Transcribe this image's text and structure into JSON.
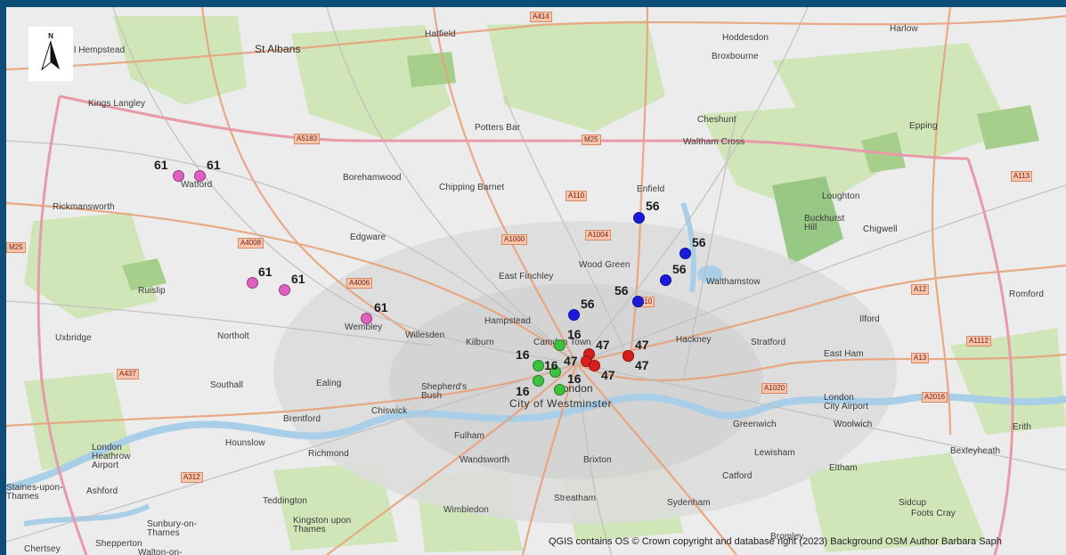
{
  "north_arrow": {
    "letter": "N"
  },
  "credits": "QGIS contains OS © Crown copyright and database right (2023) Background OSM    Author Barbara Saph",
  "place_names": [
    {
      "id": "hemel",
      "label": "l Hempstead"
    },
    {
      "id": "st-albans",
      "label": "St Albans",
      "cls": "big"
    },
    {
      "id": "hatfield",
      "label": "Hatfield"
    },
    {
      "id": "hoddesdon",
      "label": "Hoddesdon"
    },
    {
      "id": "broxbourne",
      "label": "Broxbourne"
    },
    {
      "id": "harlow",
      "label": "Harlow"
    },
    {
      "id": "kings-langley",
      "label": "Kings Langley"
    },
    {
      "id": "potters-bar",
      "label": "Potters Bar"
    },
    {
      "id": "cheshunt",
      "label": "Cheshunt"
    },
    {
      "id": "waltham-cross",
      "label": "Waltham Cross"
    },
    {
      "id": "epping",
      "label": "Epping"
    },
    {
      "id": "watford",
      "label": "Watford"
    },
    {
      "id": "borehamwood",
      "label": "Borehamwood"
    },
    {
      "id": "chipping-barnet",
      "label": "Chipping Barnet"
    },
    {
      "id": "enfield",
      "label": "Enfield"
    },
    {
      "id": "loughton",
      "label": "Loughton"
    },
    {
      "id": "buckhurst-hill",
      "label": "Buckhurst\nHill"
    },
    {
      "id": "chigwell",
      "label": "Chigwell"
    },
    {
      "id": "rickmansworth",
      "label": "Rickmansworth"
    },
    {
      "id": "edgware",
      "label": "Edgware"
    },
    {
      "id": "wood-green",
      "label": "Wood Green"
    },
    {
      "id": "east-finchley",
      "label": "East Finchley"
    },
    {
      "id": "walthamstow",
      "label": "Walthamstow"
    },
    {
      "id": "romford",
      "label": "Romford"
    },
    {
      "id": "ruislip",
      "label": "Ruislip"
    },
    {
      "id": "wembley",
      "label": "Wembley"
    },
    {
      "id": "hampstead",
      "label": "Hampstead"
    },
    {
      "id": "ilford",
      "label": "Ilford"
    },
    {
      "id": "uxbridge",
      "label": "Uxbridge"
    },
    {
      "id": "northolt",
      "label": "Northolt"
    },
    {
      "id": "willesden",
      "label": "Willesden"
    },
    {
      "id": "kilburn",
      "label": "Kilburn"
    },
    {
      "id": "camden-town",
      "label": "Camden Town"
    },
    {
      "id": "hackney",
      "label": "Hackney"
    },
    {
      "id": "stratford",
      "label": "Stratford"
    },
    {
      "id": "east-ham",
      "label": "East Ham"
    },
    {
      "id": "southall",
      "label": "Southall"
    },
    {
      "id": "ealing",
      "label": "Ealing"
    },
    {
      "id": "shepherds-bush",
      "label": "Shepherd's\nBush"
    },
    {
      "id": "london",
      "label": "London",
      "cls": "big"
    },
    {
      "id": "city-of-westminster",
      "label": "City of Westminster",
      "cls": "city"
    },
    {
      "id": "brentford",
      "label": "Brentford"
    },
    {
      "id": "chiswick",
      "label": "Chiswick"
    },
    {
      "id": "london-city-airport",
      "label": "London\nCity Airport"
    },
    {
      "id": "greenwich",
      "label": "Greenwich"
    },
    {
      "id": "woolwich",
      "label": "Woolwich"
    },
    {
      "id": "erith",
      "label": "Erith"
    },
    {
      "id": "hounslow",
      "label": "Hounslow"
    },
    {
      "id": "richmond",
      "label": "Richmond"
    },
    {
      "id": "fulham",
      "label": "Fulham"
    },
    {
      "id": "wandsworth",
      "label": "Wandsworth"
    },
    {
      "id": "brixton",
      "label": "Brixton"
    },
    {
      "id": "lewisham",
      "label": "Lewisham"
    },
    {
      "id": "bexleyheath",
      "label": "Bexleyheath"
    },
    {
      "id": "eltham",
      "label": "Eltham"
    },
    {
      "id": "heathrow",
      "label": "London\nHeathrow\nAirport"
    },
    {
      "id": "staines",
      "label": "Staines-upon-\nThames"
    },
    {
      "id": "ashford",
      "label": "Ashford"
    },
    {
      "id": "teddington",
      "label": "Teddington"
    },
    {
      "id": "wimbledon",
      "label": "Wimbledon"
    },
    {
      "id": "streatham",
      "label": "Streatham"
    },
    {
      "id": "sydenham",
      "label": "Sydenham"
    },
    {
      "id": "catford",
      "label": "Catford"
    },
    {
      "id": "sidcup",
      "label": "Sidcup"
    },
    {
      "id": "foots-cray",
      "label": "Foots Cray"
    },
    {
      "id": "sunbury",
      "label": "Sunbury-on-\nThames"
    },
    {
      "id": "kingston",
      "label": "Kingston upon\nThames"
    },
    {
      "id": "bromley",
      "label": "Bromley"
    },
    {
      "id": "chertsey",
      "label": "Chertsey"
    },
    {
      "id": "shepperton",
      "label": "Shepperton"
    },
    {
      "id": "walton",
      "label": "Walton-on-"
    }
  ],
  "road_labels": [
    {
      "id": "a414",
      "label": "A414"
    },
    {
      "id": "a5183",
      "label": "A5183"
    },
    {
      "id": "m25-n",
      "label": "M25"
    },
    {
      "id": "a110",
      "label": "A110"
    },
    {
      "id": "a1000",
      "label": "A1000"
    },
    {
      "id": "a1004",
      "label": "A1004"
    },
    {
      "id": "a4008",
      "label": "A4008"
    },
    {
      "id": "a4006",
      "label": "A4006"
    },
    {
      "id": "a113",
      "label": "A113"
    },
    {
      "id": "a12",
      "label": "A12"
    },
    {
      "id": "m25-w",
      "label": "M25"
    },
    {
      "id": "a437",
      "label": "A437"
    },
    {
      "id": "a1112",
      "label": "A1112"
    },
    {
      "id": "a13",
      "label": "A13"
    },
    {
      "id": "a1020",
      "label": "A1020"
    },
    {
      "id": "a2016",
      "label": "A2016"
    },
    {
      "id": "a312",
      "label": "A312"
    },
    {
      "id": "a10",
      "label": "A10"
    }
  ],
  "point_groups": [
    {
      "name": "61",
      "color": "#e060c0"
    },
    {
      "name": "56",
      "color": "#1a1add"
    },
    {
      "name": "16",
      "color": "#3cc23c"
    },
    {
      "name": "47",
      "color": "#d81e1e"
    }
  ],
  "points": [
    {
      "group": "61",
      "label": "61"
    },
    {
      "group": "61",
      "label": "61"
    },
    {
      "group": "61",
      "label": "61"
    },
    {
      "group": "61",
      "label": "61"
    },
    {
      "group": "61",
      "label": "61"
    },
    {
      "group": "56",
      "label": "56"
    },
    {
      "group": "56",
      "label": "56"
    },
    {
      "group": "56",
      "label": "56"
    },
    {
      "group": "56",
      "label": "56"
    },
    {
      "group": "56",
      "label": "56"
    },
    {
      "group": "16",
      "label": "16"
    },
    {
      "group": "16",
      "label": "16"
    },
    {
      "group": "16",
      "label": "16"
    },
    {
      "group": "16",
      "label": "16"
    },
    {
      "group": "16",
      "label": "16"
    },
    {
      "group": "47",
      "label": "47"
    },
    {
      "group": "47",
      "label": "47"
    },
    {
      "group": "47",
      "label": "47"
    },
    {
      "group": "47",
      "label": "47"
    },
    {
      "group": "47",
      "label": "47"
    }
  ]
}
